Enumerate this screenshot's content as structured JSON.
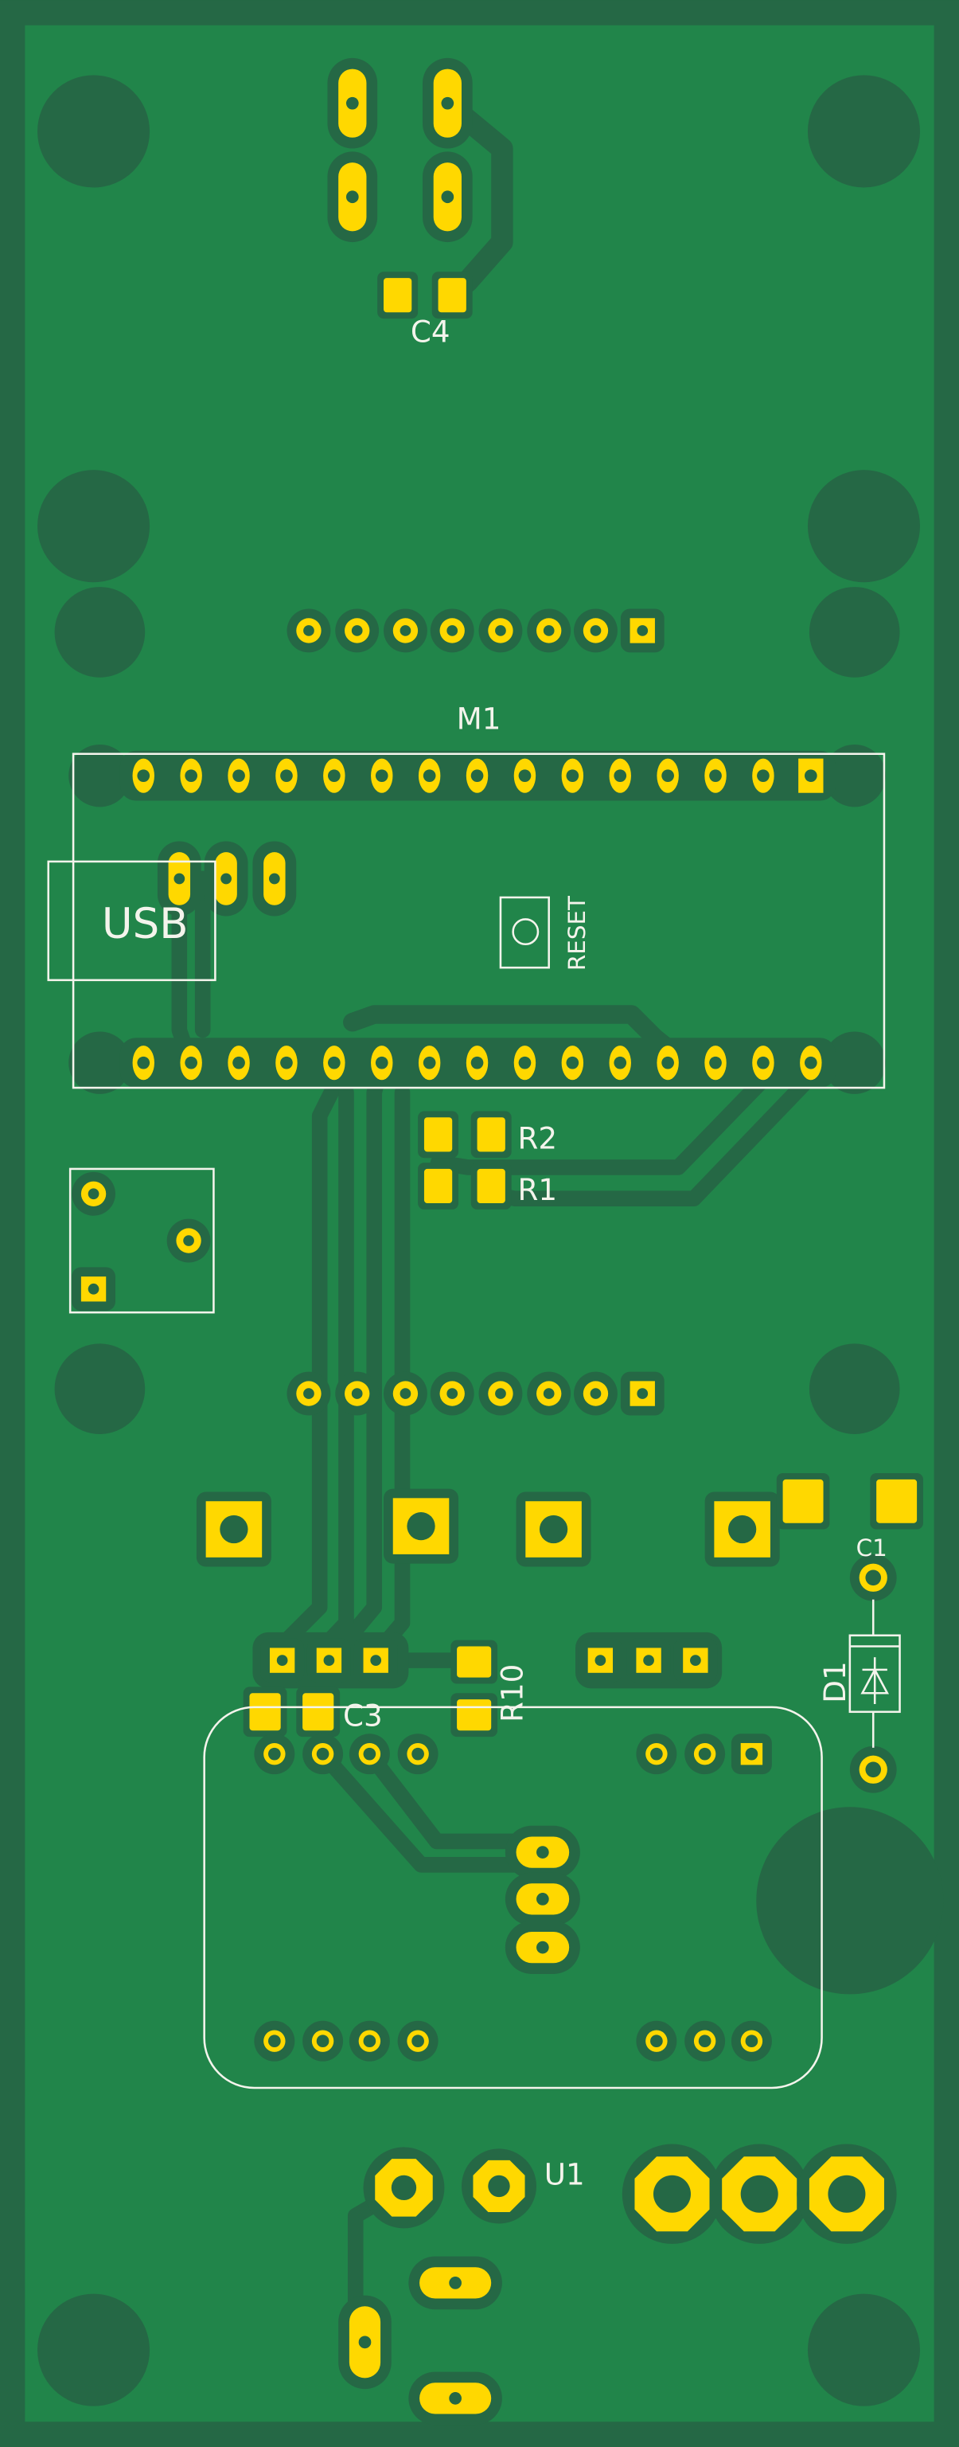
{
  "board": {
    "colors": {
      "copper": "#21854a",
      "clearance": "#256845",
      "pad": "#ffd800",
      "silkscreen": "#f4f4ec"
    },
    "labels": {
      "c4": "C4",
      "m1": "M1",
      "usb": "USB",
      "reset": "RESET",
      "r2": "R2",
      "r1": "R1",
      "c1": "C1",
      "d1": "D1",
      "r10": "R10",
      "c3": "C3",
      "u1": "U1"
    }
  }
}
